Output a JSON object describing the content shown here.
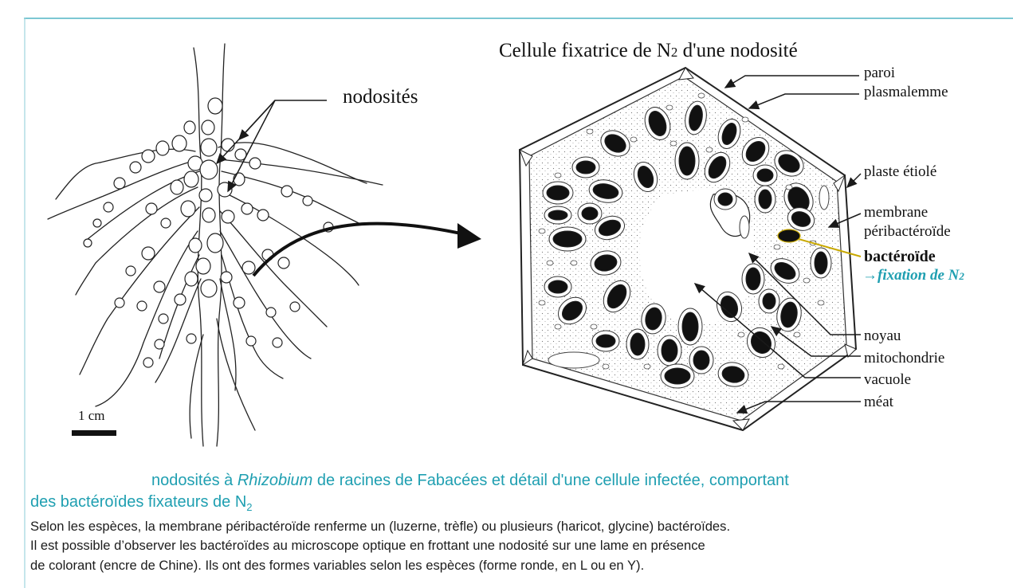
{
  "labels": {
    "nodosites": "nodosités",
    "scale": "1 cm",
    "cell_title_a": "Cellule fixatrice de N",
    "cell_title_sub": "2",
    "cell_title_b": " d'une nodosité",
    "paroi": "paroi",
    "plasmalemme": "plasmalemme",
    "plaste": "plaste étiolé",
    "membrane1": "membrane",
    "membrane2": "péribactéroïde",
    "bacteroide": "bactéroïde",
    "fixation_arrow": "→",
    "fixation_a": "fixation de N",
    "fixation_sub": "2",
    "noyau": "noyau",
    "mitochondrie": "mitochondrie",
    "vacuole": "vacuole",
    "meat": "méat"
  },
  "caption": {
    "part1": "nodosités à ",
    "rhizobium": "Rhizobium",
    "part2": " de racines de Fabacées et détail d'une cellule infectée, comportant",
    "line2": "des bactéroïdes fixateurs de N",
    "line2_sub": "2"
  },
  "body": {
    "line1": "Selon les espèces, la membrane péribactéroïde renferme un (luzerne, trèfle) ou plusieurs (haricot, glycine) bactéroïdes.",
    "line2": "Il est possible d’observer les bactéroïdes au microscope optique en frottant une nodosité sur une lame en présence",
    "line3": "de colorant (encre de Chine). Ils ont des formes variables selon les espèces (forme ronde, en L ou en Y)."
  },
  "colors": {
    "accent": "#1f9fb1",
    "bacteroide_pointer": "#c8a800",
    "ink": "#1a1a1a"
  }
}
